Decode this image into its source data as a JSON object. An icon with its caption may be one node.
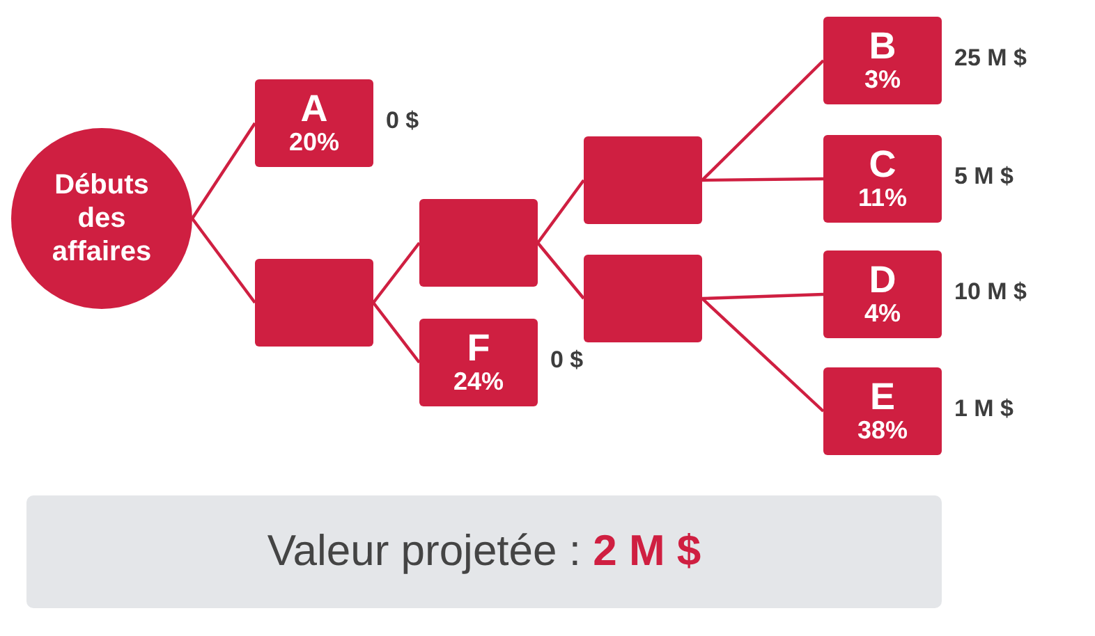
{
  "diagram": {
    "nodes": [
      {
        "text": [
          "Débuts des affaires"
        ]
      },
      {
        "text": [
          "A",
          "20%"
        ],
        "beside": [
          "0 $"
        ]
      },
      {
        "text": [],
        "shape": "box"
      },
      {
        "text": [],
        "shape": "box"
      },
      {
        "text": [
          "F",
          "24%"
        ],
        "beside": [
          "0 $"
        ]
      },
      {
        "text": [],
        "shape": "box"
      },
      {
        "text": [],
        "shape": "box"
      },
      {
        "text": [
          "B",
          "3%"
        ],
        "beside": [
          "25 M $"
        ]
      },
      {
        "text": [
          "C",
          "11%"
        ],
        "beside": [
          "5 M $"
        ]
      },
      {
        "text": [
          "D",
          "4%"
        ],
        "beside": [
          "10 M $"
        ]
      },
      {
        "text": [
          "E",
          "38%"
        ],
        "beside": [
          "1 M $"
        ]
      },
      {
        "text": [
          "Valeur projetée : **2 M $**"
        ]
      }
    ],
    "edges": [
      {
        "from": 0,
        "to": 1,
        "arrow": "none"
      },
      {
        "from": 0,
        "to": 2,
        "arrow": "none"
      },
      {
        "from": 2,
        "to": 3,
        "arrow": "none"
      },
      {
        "from": 2,
        "to": 4,
        "arrow": "none"
      },
      {
        "from": 3,
        "to": 5,
        "arrow": "none"
      },
      {
        "from": 3,
        "to": 6,
        "arrow": "none"
      },
      {
        "from": 5,
        "to": 7,
        "arrow": "none"
      },
      {
        "from": 5,
        "to": 8,
        "arrow": "none"
      },
      {
        "from": 6,
        "to": 9,
        "arrow": "none"
      },
      {
        "from": 6,
        "to": 10,
        "arrow": "none"
      }
    ]
  }
}
